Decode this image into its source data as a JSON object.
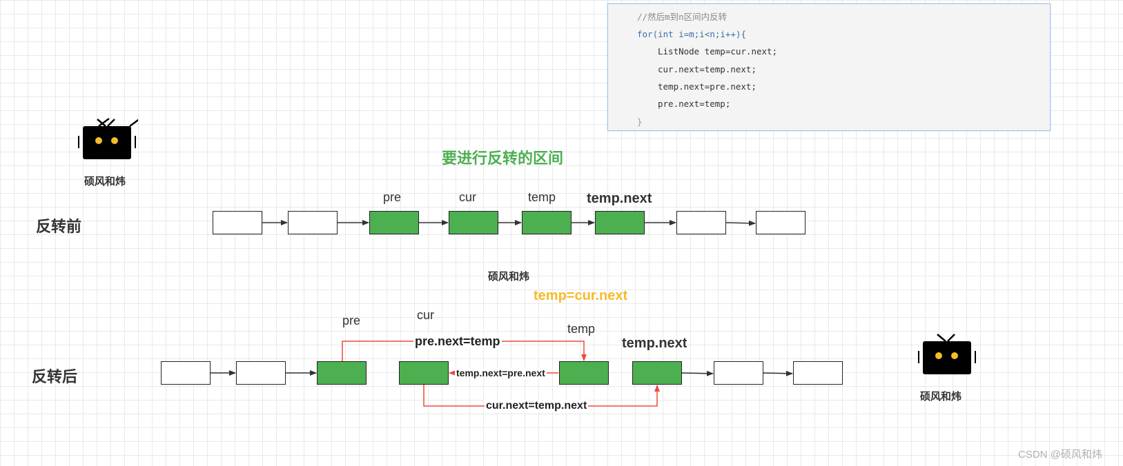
{
  "code": {
    "lines": [
      "//然后m到n区间内反转",
      "for(int i=m;i<n;i++){",
      "ListNode temp=cur.next;",
      "cur.next=temp.next;",
      "temp.next=pre.next;",
      "pre.next=temp;",
      "}"
    ]
  },
  "titles": {
    "interval": "要进行反转的区间",
    "temp_assign": "temp=cur.next",
    "before": "反转前",
    "after": "反转后"
  },
  "before_labels": {
    "pre": "pre",
    "cur": "cur",
    "temp": "temp",
    "temp_next": "temp.next"
  },
  "after_labels": {
    "pre": "pre",
    "cur": "cur",
    "temp": "temp",
    "temp_next": "temp.next"
  },
  "arrow_labels": {
    "pre_next": "pre.next=temp",
    "temp_next": "temp.next=pre.next",
    "cur_next": "cur.next=temp.next"
  },
  "brand": {
    "mascot_top": "硕风和炜",
    "center": "硕风和炜",
    "mascot_bottom": "硕风和炜"
  },
  "footer": "CSDN @硕风和炜",
  "colors": {
    "node_green": "#4caf50",
    "arrow_red": "#e84c3d",
    "title_green": "#4caf50",
    "title_yellow": "#f5bc2a"
  },
  "icons": [
    "tv-robot-mascot-icon",
    "tv-robot-mascot-icon"
  ]
}
